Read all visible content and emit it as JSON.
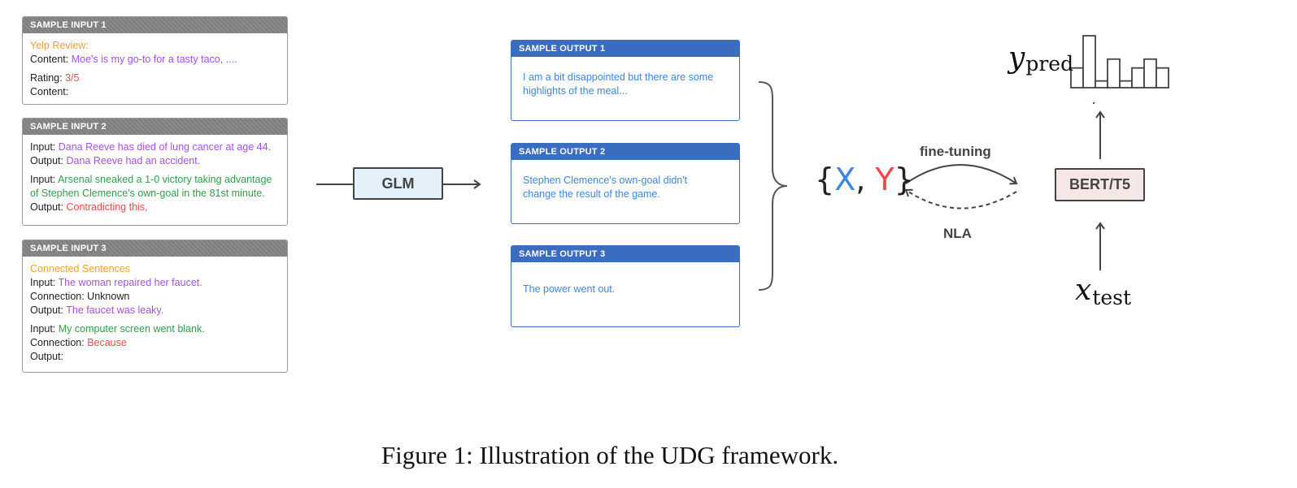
{
  "inputs": [
    {
      "header": "SAMPLE INPUT 1",
      "groups": [
        [
          [
            {
              "t": "Yelp Review:",
              "c": "orange"
            }
          ],
          [
            {
              "t": "Content: ",
              "c": ""
            },
            {
              "t": "Moe's is my go-to for a tasty taco, ....",
              "c": "purple"
            }
          ]
        ],
        [
          [
            {
              "t": "Rating: ",
              "c": ""
            },
            {
              "t": "3/5",
              "c": "red"
            }
          ],
          [
            {
              "t": "Content:",
              "c": ""
            }
          ]
        ]
      ]
    },
    {
      "header": "SAMPLE INPUT 2",
      "groups": [
        [
          [
            {
              "t": "Input: ",
              "c": ""
            },
            {
              "t": "Dana Reeve has died of lung cancer at age 44.",
              "c": "purple"
            }
          ],
          [
            {
              "t": "Output: ",
              "c": ""
            },
            {
              "t": "Dana Reeve had an accident.",
              "c": "purple"
            }
          ]
        ],
        [
          [
            {
              "t": "Input: ",
              "c": ""
            },
            {
              "t": "Arsenal sneaked a 1-0 victory taking advantage",
              "c": "green"
            }
          ],
          [
            {
              "t": "of Stephen Clemence's own-goal in the 81st minute.",
              "c": "green"
            }
          ],
          [
            {
              "t": "Output: ",
              "c": ""
            },
            {
              "t": "Contradicting this,",
              "c": "red"
            }
          ]
        ]
      ]
    },
    {
      "header": "SAMPLE INPUT 3",
      "groups": [
        [
          [
            {
              "t": "Connected Sentences",
              "c": "orange"
            }
          ],
          [
            {
              "t": "Input: ",
              "c": ""
            },
            {
              "t": "The woman repaired her faucet.",
              "c": "purple"
            }
          ],
          [
            {
              "t": "Connection: Unknown",
              "c": ""
            }
          ],
          [
            {
              "t": "Output: ",
              "c": ""
            },
            {
              "t": "The faucet was leaky.",
              "c": "purple"
            }
          ]
        ],
        [
          [
            {
              "t": "Input: ",
              "c": ""
            },
            {
              "t": "My computer screen went blank.",
              "c": "green"
            }
          ],
          [
            {
              "t": "Connection: ",
              "c": ""
            },
            {
              "t": "Because",
              "c": "red"
            }
          ],
          [
            {
              "t": "Output:",
              "c": ""
            }
          ]
        ]
      ]
    }
  ],
  "outputs": [
    {
      "header": "SAMPLE OUTPUT 1",
      "lines": [
        "I am a bit disappointed but there are some",
        "highlights of the meal..."
      ]
    },
    {
      "header": "SAMPLE OUTPUT 2",
      "lines": [
        "Stephen Clemence's own-goal didn't",
        "change the result of the game."
      ]
    },
    {
      "header": "SAMPLE OUTPUT 3",
      "lines": [
        "The power went out."
      ]
    }
  ],
  "glm_label": "GLM",
  "dataset": {
    "open": "{",
    "x": "X",
    "comma": ",",
    "y": "Y",
    "close": "}"
  },
  "fine_tuning_label": "fine-tuning",
  "nla_label": "NLA",
  "model_label": "BERT/T5",
  "y_pred": {
    "base": "y",
    "sub": "pred"
  },
  "x_test": {
    "base": "x",
    "sub": "test"
  },
  "histogram_bars": [
    0.38,
    1.0,
    0.13,
    0.55,
    0.13,
    0.38,
    0.55,
    0.38
  ],
  "caption": "Figure 1: Illustration of the UDG framework.",
  "colors": {
    "orange": "#f0a030",
    "purple": "#a64fe8",
    "green": "#2e9e4a",
    "red": "#f04848",
    "blue_text": "#3d86e0",
    "output_header": "#3a6cc0",
    "input_header": "#7e7e7e",
    "glm_fill": "#e4f1fb",
    "model_fill": "#f6e6e6"
  }
}
